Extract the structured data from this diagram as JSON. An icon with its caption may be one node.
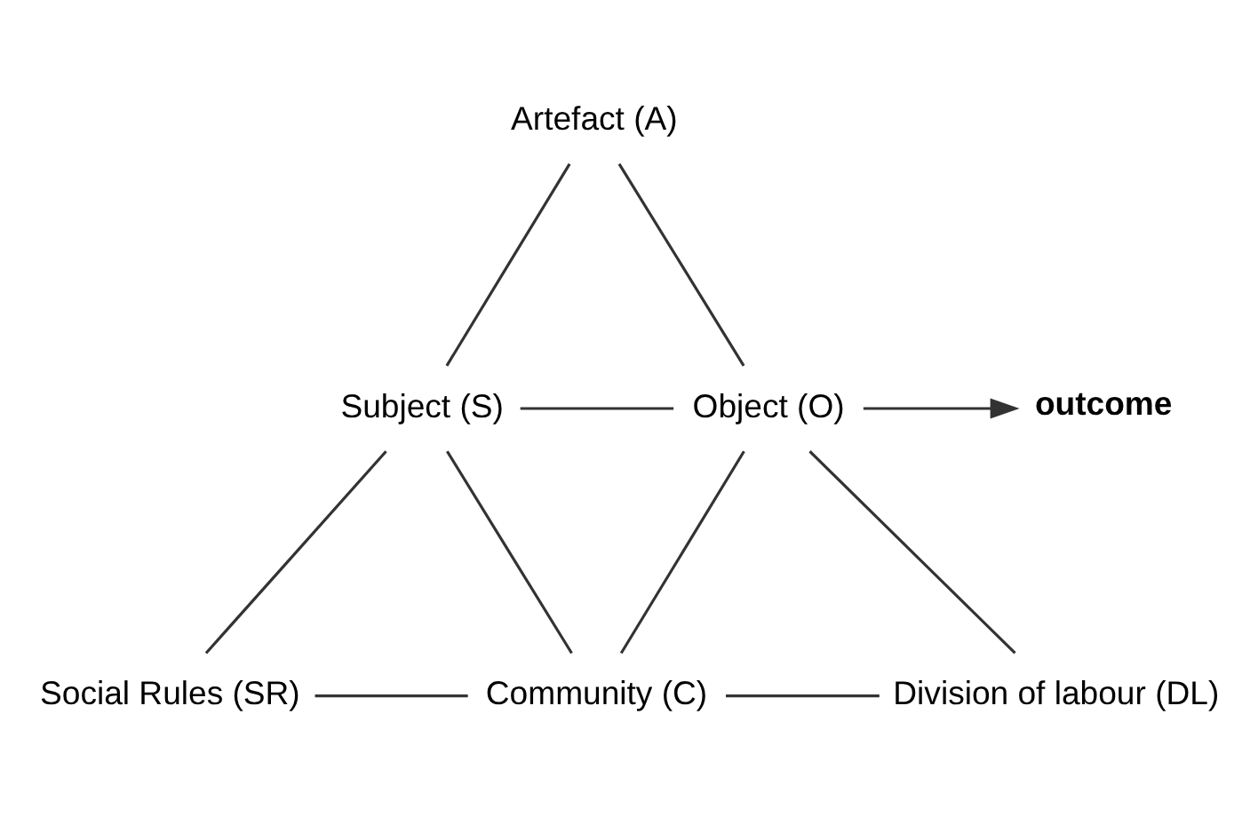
{
  "diagram": {
    "nodes": [
      {
        "text": [
          "Artefact (A)"
        ]
      },
      {
        "text": [
          "Subject (S)"
        ]
      },
      {
        "text": [
          "Object (O)"
        ]
      },
      {
        "text": [
          "outcome"
        ]
      },
      {
        "text": [
          "Social Rules (SR)"
        ]
      },
      {
        "text": [
          "Community (C)"
        ]
      },
      {
        "text": [
          "Division of labour (DL)"
        ]
      }
    ],
    "edges": [
      {
        "from": 0,
        "to": 1,
        "arrow": "none"
      },
      {
        "from": 0,
        "to": 2,
        "arrow": "none"
      },
      {
        "from": 1,
        "to": 2,
        "arrow": "none"
      },
      {
        "from": 2,
        "to": 3,
        "arrow": "to"
      },
      {
        "from": 1,
        "to": 4,
        "arrow": "none"
      },
      {
        "from": 1,
        "to": 5,
        "arrow": "none"
      },
      {
        "from": 2,
        "to": 5,
        "arrow": "none"
      },
      {
        "from": 2,
        "to": 6,
        "arrow": "none"
      },
      {
        "from": 4,
        "to": 5,
        "arrow": "none"
      },
      {
        "from": 5,
        "to": 6,
        "arrow": "none"
      }
    ]
  }
}
